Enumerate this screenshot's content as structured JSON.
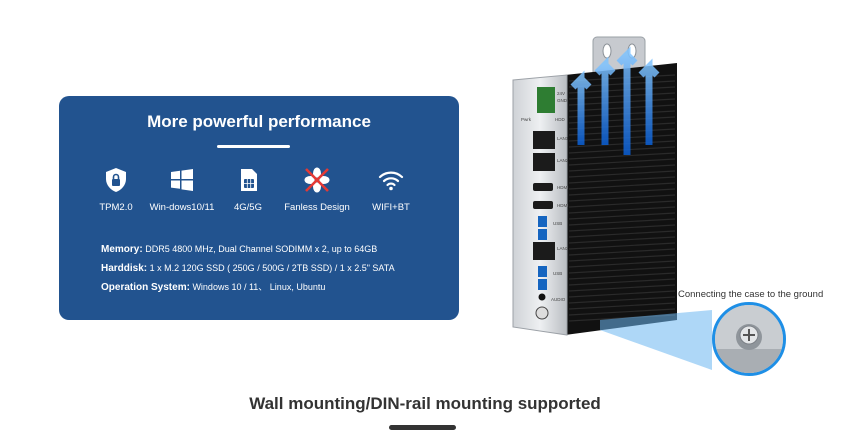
{
  "panel": {
    "title": "More powerful performance",
    "features": [
      {
        "icon": "shield-lock-icon",
        "label": "TPM2.0"
      },
      {
        "icon": "windows-icon",
        "label": "Win-dows10/11"
      },
      {
        "icon": "sim-card-icon",
        "label": "4G/5G"
      },
      {
        "icon": "fan-disabled-icon",
        "label": "Fanless Design"
      },
      {
        "icon": "wifi-icon",
        "label": "WIFI+BT"
      }
    ],
    "specs": [
      {
        "key": "Memory:",
        "value": "DDR5 4800 MHz, Dual Channel SODIMM x 2, up to 64GB"
      },
      {
        "key": "Harddisk:",
        "value": "1 x M.2 120G SSD ( 250G / 500G / 2TB SSD) / 1 x 2.5\" SATA"
      },
      {
        "key": "Operation System:",
        "value": "Windows 10 / 11、 Linux, Ubuntu"
      }
    ]
  },
  "device": {
    "port_labels": [
      "24V",
      "GND",
      "Pwrk",
      "HDD",
      "LAN1",
      "LAN2",
      "HDMI",
      "HDMI",
      "USB",
      "LAN3",
      "USB",
      "AUDIO"
    ]
  },
  "ground_label": "Connecting the case to the ground",
  "bottom_title": "Wall mounting/DIN-rail mounting supported",
  "colors": {
    "panel_bg": "#22538f",
    "accent_blue": "#1e8fe6",
    "text_dark": "#333333"
  }
}
